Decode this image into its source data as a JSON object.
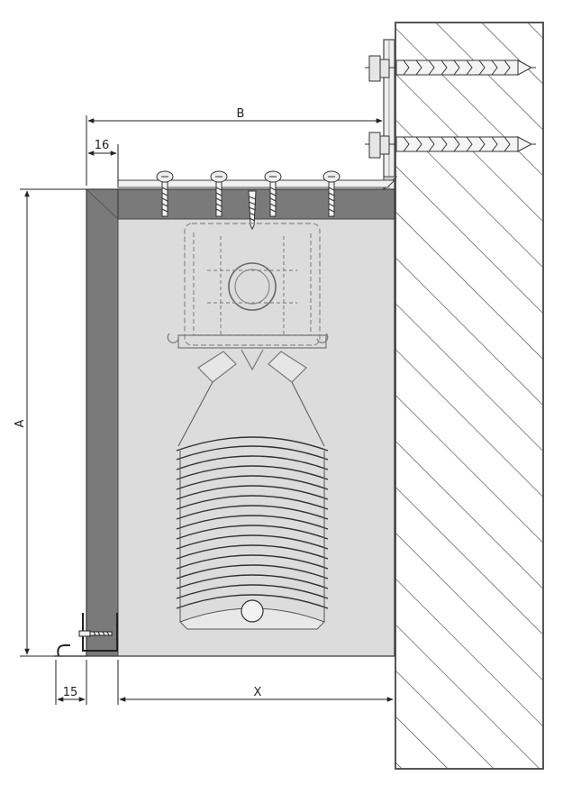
{
  "drawing": {
    "dimension_labels": {
      "A": "A",
      "B": "B",
      "X": "X",
      "d16": "16",
      "d15": "15"
    },
    "colors": {
      "wall_fill": "#ffffff",
      "wall_stroke": "#555555",
      "box_fill": "#dcdcdc",
      "frame_dark": "#7a7a7a",
      "line": "#333333",
      "mechanism_line": "#8a8a8a"
    },
    "components": {
      "top_screws": 4,
      "wall_anchors": 2,
      "slats_visible": 17
    }
  }
}
